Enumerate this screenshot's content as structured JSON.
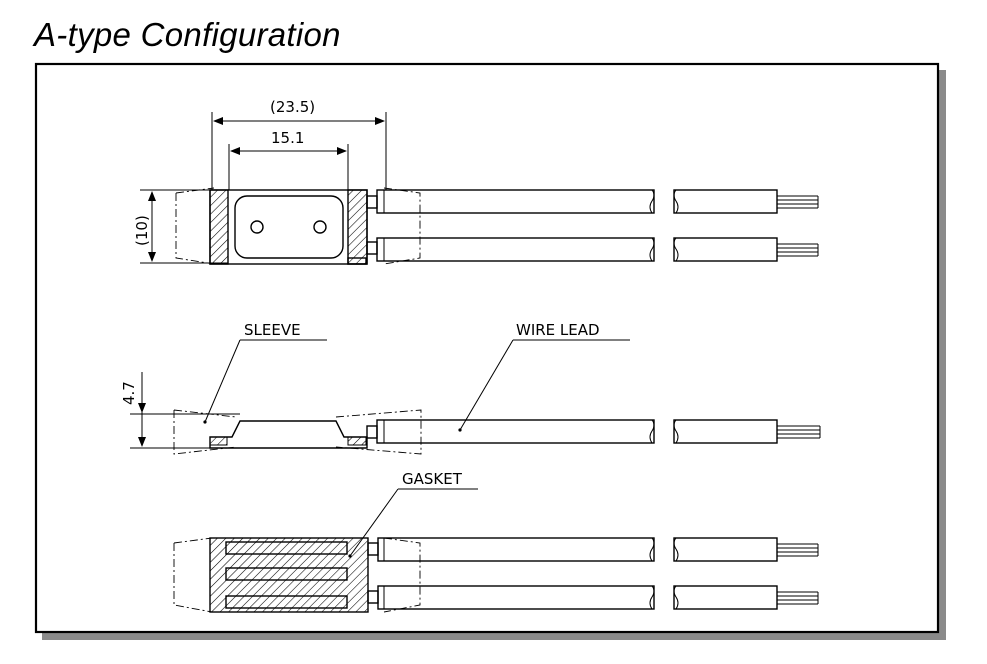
{
  "title": "A-type Configuration",
  "dimensions": {
    "overall_length": "(23.5)",
    "body_length": "15.1",
    "width": "(10)",
    "thickness": "4.7"
  },
  "labels": {
    "sleeve": "SLEEVE",
    "wire_lead": "WIRE LEAD",
    "gasket": "GASKET"
  }
}
